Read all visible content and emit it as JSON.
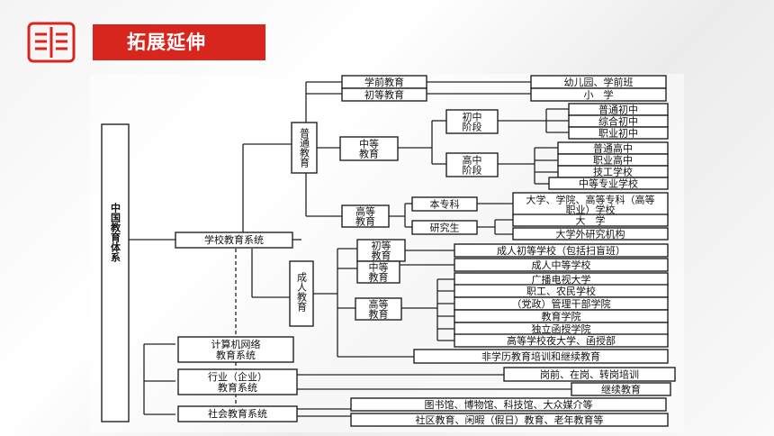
{
  "header": {
    "title": "拓展延伸",
    "icon": "book-icon",
    "accent": "#d8261f"
  },
  "diagram": {
    "root": "中国教育体系",
    "school_system": "学校教育系统",
    "basic_edu": "普通教育",
    "preschool": "学前教育",
    "kindergarten": "幼儿园、学前班",
    "primary": "初等教育",
    "primary_school": "小　学",
    "secondary": "中等教育",
    "junior": "初中阶段",
    "junior_general": "普通初中",
    "junior_combined": "综合初中",
    "junior_vocational": "职业初中",
    "senior": "高中阶段",
    "senior_general": "普通高中",
    "senior_vocational": "职业高中",
    "technical_school": "技工学校",
    "secondary_specialized": "中等专业学校",
    "higher": "高等教育",
    "undergrad": "本专科",
    "universities": "大学、学院、高等专科（高等职业）学校",
    "graduate": "研究生",
    "grad_university": "大　学",
    "grad_institute": "大学外研究机构",
    "adult": "成人教育",
    "adult_primary": "初等教育",
    "adult_primary_school": "成人初等学校（包括扫盲班）",
    "adult_secondary": "中等教育",
    "adult_secondary_school": "成人中等学校",
    "adult_higher": "高等教育",
    "tv_university": "广播电视大学",
    "worker_college": "职工、农民学校",
    "cadre_college": "（党政）管理干部学院",
    "education_college": "教育学院",
    "correspondence": "独立函授学院",
    "night_university": "高等学校夜大学、函授部",
    "nondegree": "非学历教育培训和继续教育",
    "network": "计算机网络教育系统",
    "industry": "行业（企业）教育系统",
    "preservice": "岗前、在岗、转岗培训",
    "continuing": "继续教育",
    "social": "社会教育系统",
    "cultural_venues": "图书馆、博物馆、科技馆、大众媒介等",
    "community": "社区教育、闲暇（假日）教育、老年教育等"
  }
}
